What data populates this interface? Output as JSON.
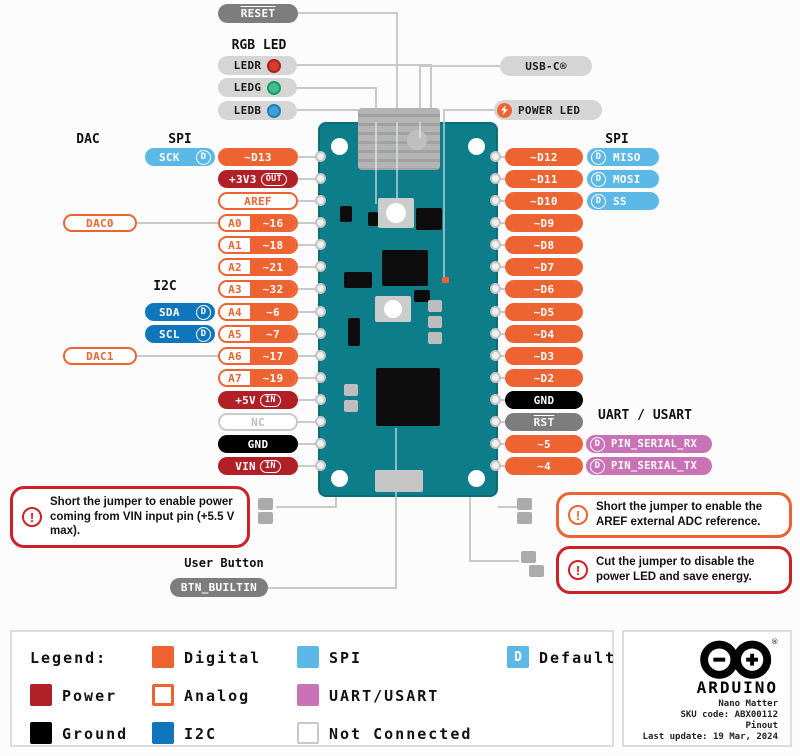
{
  "colors": {
    "digital": "#ED6432",
    "power": "#B12026",
    "spi": "#5CB8E6",
    "i2c": "#1076BC",
    "uart": "#C972B5",
    "ground": "#000000",
    "board_teal": "#0E7D8A",
    "callout_red": "#CE2127",
    "callout_orange": "#ED6432",
    "pill_gray": "#7D7D7D",
    "pill_light": "#D5D5D5"
  },
  "headers": {
    "rgb_led": "RGB LED",
    "dac": "DAC",
    "spi_left": "SPI",
    "i2c": "I2C",
    "spi_right": "SPI",
    "uart": "UART / USART",
    "user_button": "User Button"
  },
  "top": {
    "reset": "RESET",
    "usb": "USB-C®",
    "power_led": "POWER LED",
    "leds": [
      "LEDR",
      "LEDG",
      "LEDB"
    ],
    "btn_builtin": "BTN_BUILTIN"
  },
  "badges": {
    "d": "D",
    "in": "IN",
    "out": "OUT"
  },
  "pins_left": [
    {
      "label": "~D13"
    },
    {
      "label": "+3V3",
      "tag": "OUT"
    },
    {
      "label": "AREF"
    },
    {
      "a": "A0",
      "num": "~16"
    },
    {
      "a": "A1",
      "num": "~18"
    },
    {
      "a": "A2",
      "num": "~21"
    },
    {
      "a": "A3",
      "num": "~32"
    },
    {
      "a": "A4",
      "num": "~6"
    },
    {
      "a": "A5",
      "num": "~7"
    },
    {
      "a": "A6",
      "num": "~17"
    },
    {
      "a": "A7",
      "num": "~19"
    },
    {
      "label": "+5V",
      "tag": "IN"
    },
    {
      "label": "NC"
    },
    {
      "label": "GND"
    },
    {
      "label": "VIN",
      "tag": "IN"
    }
  ],
  "side_left": {
    "sck": "SCK",
    "sda": "SDA",
    "scl": "SCL",
    "dac0": "DAC0",
    "dac1": "DAC1"
  },
  "pins_right": [
    "~D12",
    "~D11",
    "~D10",
    "~D9",
    "~D8",
    "~D7",
    "~D6",
    "~D5",
    "~D4",
    "~D3",
    "~D2",
    "GND",
    "RST",
    "~5",
    "~4"
  ],
  "side_right": {
    "miso": "MISO",
    "mosi": "MOSI",
    "ss": "SS",
    "rx": "PIN_SERIAL_RX",
    "tx": "PIN_SERIAL_TX"
  },
  "callouts": {
    "warning_glyph": "!",
    "vin": "Short the jumper to enable power coming from VIN input pin (+5.5 V max).",
    "aref": "Short the jumper to enable the AREF external ADC reference.",
    "power_led": "Cut the jumper to disable the power LED and save energy."
  },
  "legend": {
    "title": "Legend:",
    "digital": "Digital",
    "analog": "Analog",
    "i2c": "I2C",
    "spi": "SPI",
    "uart": "UART/USART",
    "not_connected": "Not Connected",
    "default": "Default",
    "power": "Power",
    "ground": "Ground"
  },
  "brand": {
    "name": "ARDUINO",
    "product": "Nano Matter",
    "sku": "SKU code: ABX00112",
    "doc": "Pinout",
    "updated": "Last update: 19 Mar, 2024"
  }
}
